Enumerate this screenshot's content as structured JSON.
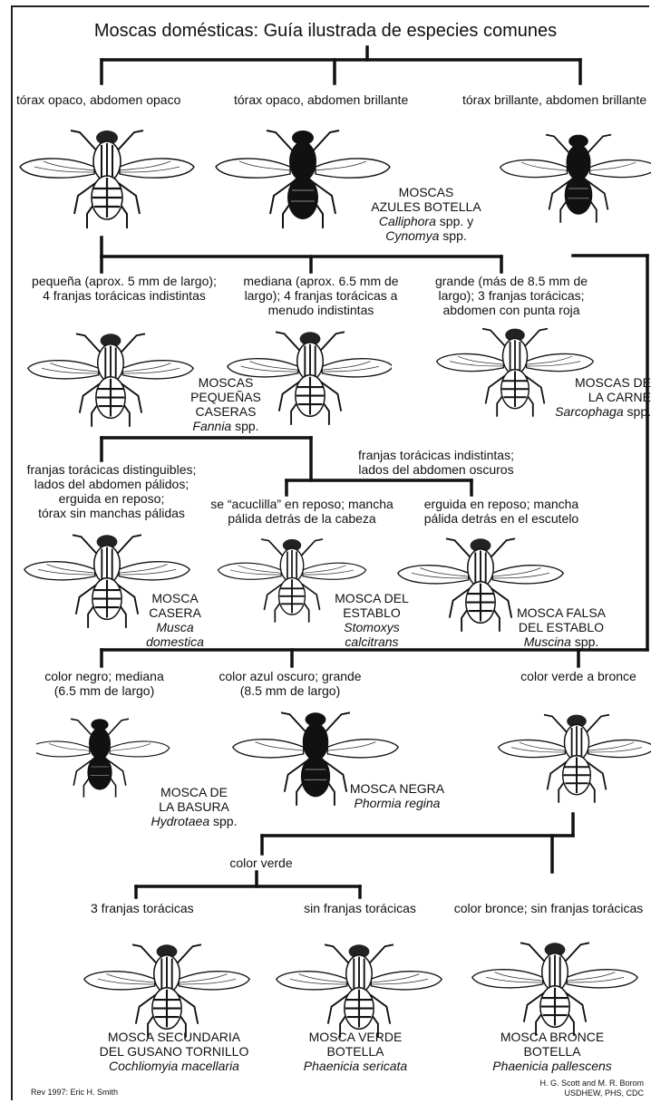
{
  "title": "Moscas domésticas: Guía ilustrada de especies comunes",
  "branch1": {
    "a": "tórax opaco, abdomen opaco",
    "b": "tórax opaco, abdomen brillante",
    "c": "tórax brillante, abdomen brillante"
  },
  "bluebottle": {
    "name1": "MOSCAS",
    "name2": "AZULES BOTELLA",
    "sp1": "Calliphora",
    "sp1b": " spp. y",
    "sp2": "Cynomya",
    "sp2b": " spp."
  },
  "branch2": {
    "a1": "pequeña (aprox. 5 mm de largo);",
    "a2": "4 franjas torácicas indistintas",
    "b1": "mediana (aprox. 6.5 mm de",
    "b2": "largo); 4 franjas torácicas a",
    "b3": "menudo indistintas",
    "c1": "grande (más de 8.5 mm de",
    "c2": "largo); 3 franjas torácicas;",
    "c3": "abdomen con punta roja"
  },
  "fannia": {
    "n1": "MOSCAS",
    "n2": "PEQUEÑAS",
    "n3": "CASERAS",
    "sp": "Fannia",
    "spb": " spp."
  },
  "sarco": {
    "n1": "MOSCAS DE",
    "n2": "LA CARNE",
    "sp": "Sarcophaga",
    "spb": " spp."
  },
  "branch3": {
    "a1": "franjas torácicas distinguibles;",
    "a2": "lados del abdomen pálidos;",
    "a3": "erguida en reposo;",
    "a4": "tórax sin manchas pálidas",
    "b1": "franjas torácicas indistintas;",
    "b2": "lados del abdomen oscuros",
    "c1": "se “acuclilla” en reposo; mancha",
    "c2": "pálida detrás de la cabeza",
    "d1": "erguida en reposo; mancha",
    "d2": "pálida detrás en el escutelo"
  },
  "musca": {
    "n1": "MOSCA",
    "n2": "CASERA",
    "sp1": "Musca",
    "sp2": "domestica"
  },
  "stomoxys": {
    "n1": "MOSCA DEL",
    "n2": "ESTABLO",
    "sp1": "Stomoxys",
    "sp2": "calcitrans"
  },
  "muscina": {
    "n1": "MOSCA FALSA",
    "n2": "DEL ESTABLO",
    "sp": "Muscina",
    "spb": " spp."
  },
  "branch4": {
    "a1": "color negro; mediana",
    "a2": "(6.5 mm de largo)",
    "b1": "color azul oscuro; grande",
    "b2": "(8.5 mm de largo)",
    "c": "color verde a bronce"
  },
  "hydrotaea": {
    "n1": "MOSCA DE",
    "n2": "LA BASURA",
    "sp": "Hydrotaea",
    "spb": " spp."
  },
  "phormia": {
    "n1": "MOSCA NEGRA",
    "sp": "Phormia regina"
  },
  "branch5": {
    "green": "color verde"
  },
  "branch6": {
    "a": "3 franjas torácicas",
    "b": "sin franjas torácicas",
    "c": "color bronce; sin franjas torácicas"
  },
  "cochliomyia": {
    "n1": "MOSCA SECUNDARIA",
    "n2": "DEL GUSANO TORNILLO",
    "sp": "Cochliomyia macellaria"
  },
  "sericata": {
    "n1": "MOSCA VERDE",
    "n2": "BOTELLA",
    "sp": "Phaenicia sericata"
  },
  "pallescens": {
    "n1": "MOSCA BRONCE",
    "n2": "BOTELLA",
    "sp": "Phaenicia pallescens"
  },
  "footer": {
    "rev": "Rev 1997: Eric H. Smith",
    "credit1": "H. G. Scott and M. R. Borom",
    "credit2": "USDHEW, PHS, CDC"
  }
}
